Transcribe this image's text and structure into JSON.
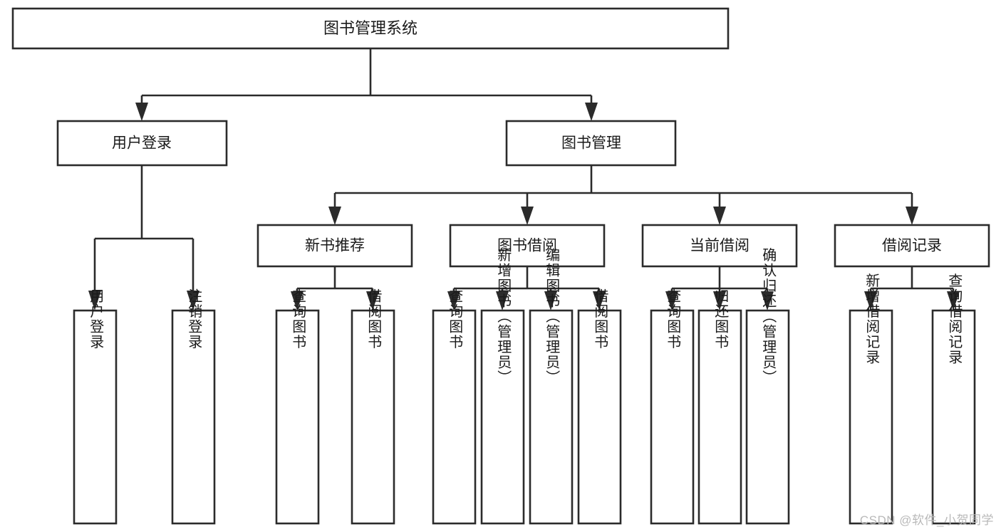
{
  "diagram": {
    "title": "图书管理系统",
    "type": "tree-hierarchy-diagram",
    "colors": {
      "stroke": "#2b2b2b",
      "fill": "#ffffff",
      "text": "#1a1a1a",
      "watermark": "#b9b9b9"
    },
    "levels": {
      "root": {
        "label": "图书管理系统"
      },
      "level2": [
        {
          "id": "user-login",
          "label": "用户登录"
        },
        {
          "id": "book-management",
          "label": "图书管理"
        }
      ],
      "level3": [
        {
          "id": "new-book-recommend",
          "label": "新书推荐"
        },
        {
          "id": "book-borrow",
          "label": "图书借阅"
        },
        {
          "id": "current-borrow",
          "label": "当前借阅"
        },
        {
          "id": "borrow-record",
          "label": "借阅记录"
        }
      ],
      "leaves": {
        "user-login": [
          {
            "id": "leaf-user-login",
            "label": "用户登录"
          },
          {
            "id": "leaf-logout-login",
            "label": "注销登录"
          }
        ],
        "new-book-recommend": [
          {
            "id": "leaf-query-book-1",
            "label": "查询图书"
          },
          {
            "id": "leaf-borrow-book-1",
            "label": "借阅图书"
          }
        ],
        "book-borrow": [
          {
            "id": "leaf-query-book-2",
            "label": "查询图书"
          },
          {
            "id": "leaf-add-book",
            "label": "新增图书（管理员）"
          },
          {
            "id": "leaf-edit-book",
            "label": "编辑图书（管理员）"
          },
          {
            "id": "leaf-borrow-book-2",
            "label": "借阅图书"
          }
        ],
        "current-borrow": [
          {
            "id": "leaf-query-book-3",
            "label": "查询图书"
          },
          {
            "id": "leaf-return-book",
            "label": "归还图书"
          },
          {
            "id": "leaf-confirm-return",
            "label": "确认归还（管理员）"
          }
        ],
        "borrow-record": [
          {
            "id": "leaf-add-record",
            "label": "新增借阅记录"
          },
          {
            "id": "leaf-query-record",
            "label": "查询借阅记录"
          }
        ]
      }
    }
  },
  "watermark": {
    "text": "CSDN @软件_小贺同学"
  }
}
